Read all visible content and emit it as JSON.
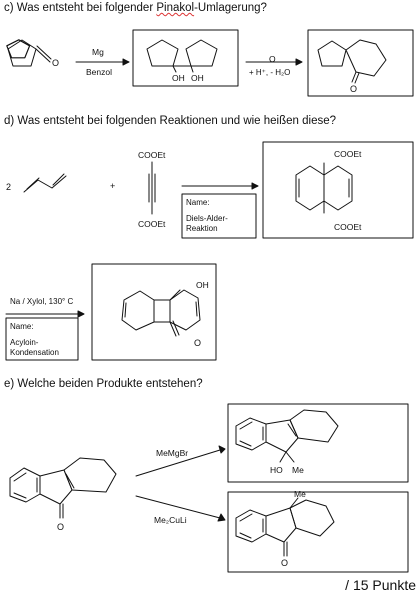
{
  "questions": {
    "c_prefix": "c) Was entsteht bei folgender ",
    "c_word": "Pinakol",
    "c_suffix": "-Umlagerung?",
    "d": "d) Was entsteht bei folgenden Reaktionen und wie heißen diese?",
    "e": "e) Welche beiden Produkte entstehen?"
  },
  "pinacol": {
    "reagent_top": "Mg",
    "reagent_bottom": "Benzol",
    "oh_left": "OH",
    "oh_right": "OH",
    "acid_conditions": "+ H⁺, - H₂O",
    "o_atom": "O",
    "product_o": "O"
  },
  "diels_alder": {
    "coefficient": "2",
    "plus": "+",
    "alkyne_top": "COOEt",
    "alkyne_bottom": "COOEt",
    "name_label": "Name:",
    "name_answer": "Diels-Alder-Reaktion",
    "name_answer_line1": "Diels-Alder-",
    "name_answer_line2": "Reaktion",
    "product_top": "COOEt",
    "product_bottom": "COOEt"
  },
  "acyloin": {
    "conditions": "Na / Xylol, 130° C",
    "name_label": "Name:",
    "name_answer": "Acyloin-Kondensation",
    "name_answer_line1": "Acyloin-",
    "name_answer_line2": "Kondensation",
    "oh": "OH",
    "o": "O"
  },
  "grignard": {
    "reagent_top": "MeMgBr",
    "reagent_bottom": "Me₂CuLi",
    "product1_ho": "HO",
    "product1_me": "Me",
    "product2_me": "Me",
    "product2_o": "O",
    "start_o": "O"
  },
  "score": "/ 15 Punkte"
}
